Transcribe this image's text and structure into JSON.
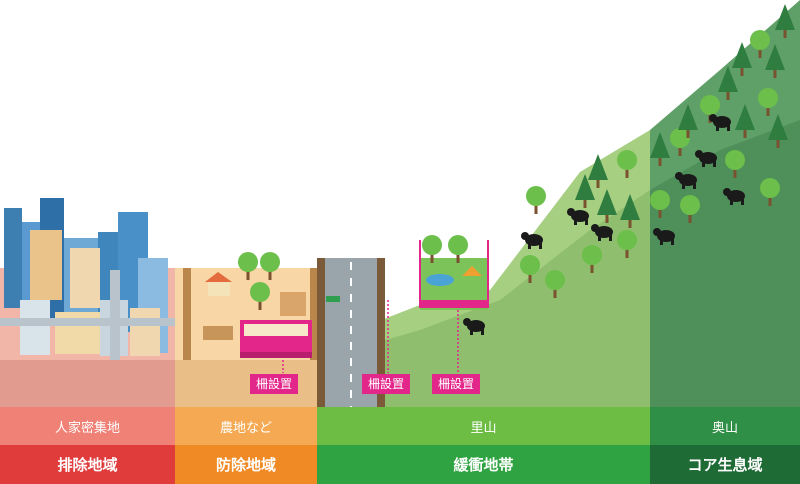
{
  "tags": [
    "柵設置",
    "柵設置",
    "柵設置"
  ],
  "zones": [
    {
      "sub": "人家密集地",
      "main": "排除地域",
      "sub_color": "#ef8176",
      "main_color": "#e03c3c"
    },
    {
      "sub": "農地など",
      "main": "防除地域",
      "sub_color": "#f5a952",
      "main_color": "#f08a24"
    },
    {
      "sub": "里山",
      "main": "緩衝地帯",
      "sub_color": "#6dbd45",
      "main_color": "#2fa341"
    },
    {
      "sub": "奥山",
      "main": "コア生息域",
      "sub_color": "#2f8f46",
      "main_color": "#1e6b36"
    }
  ]
}
